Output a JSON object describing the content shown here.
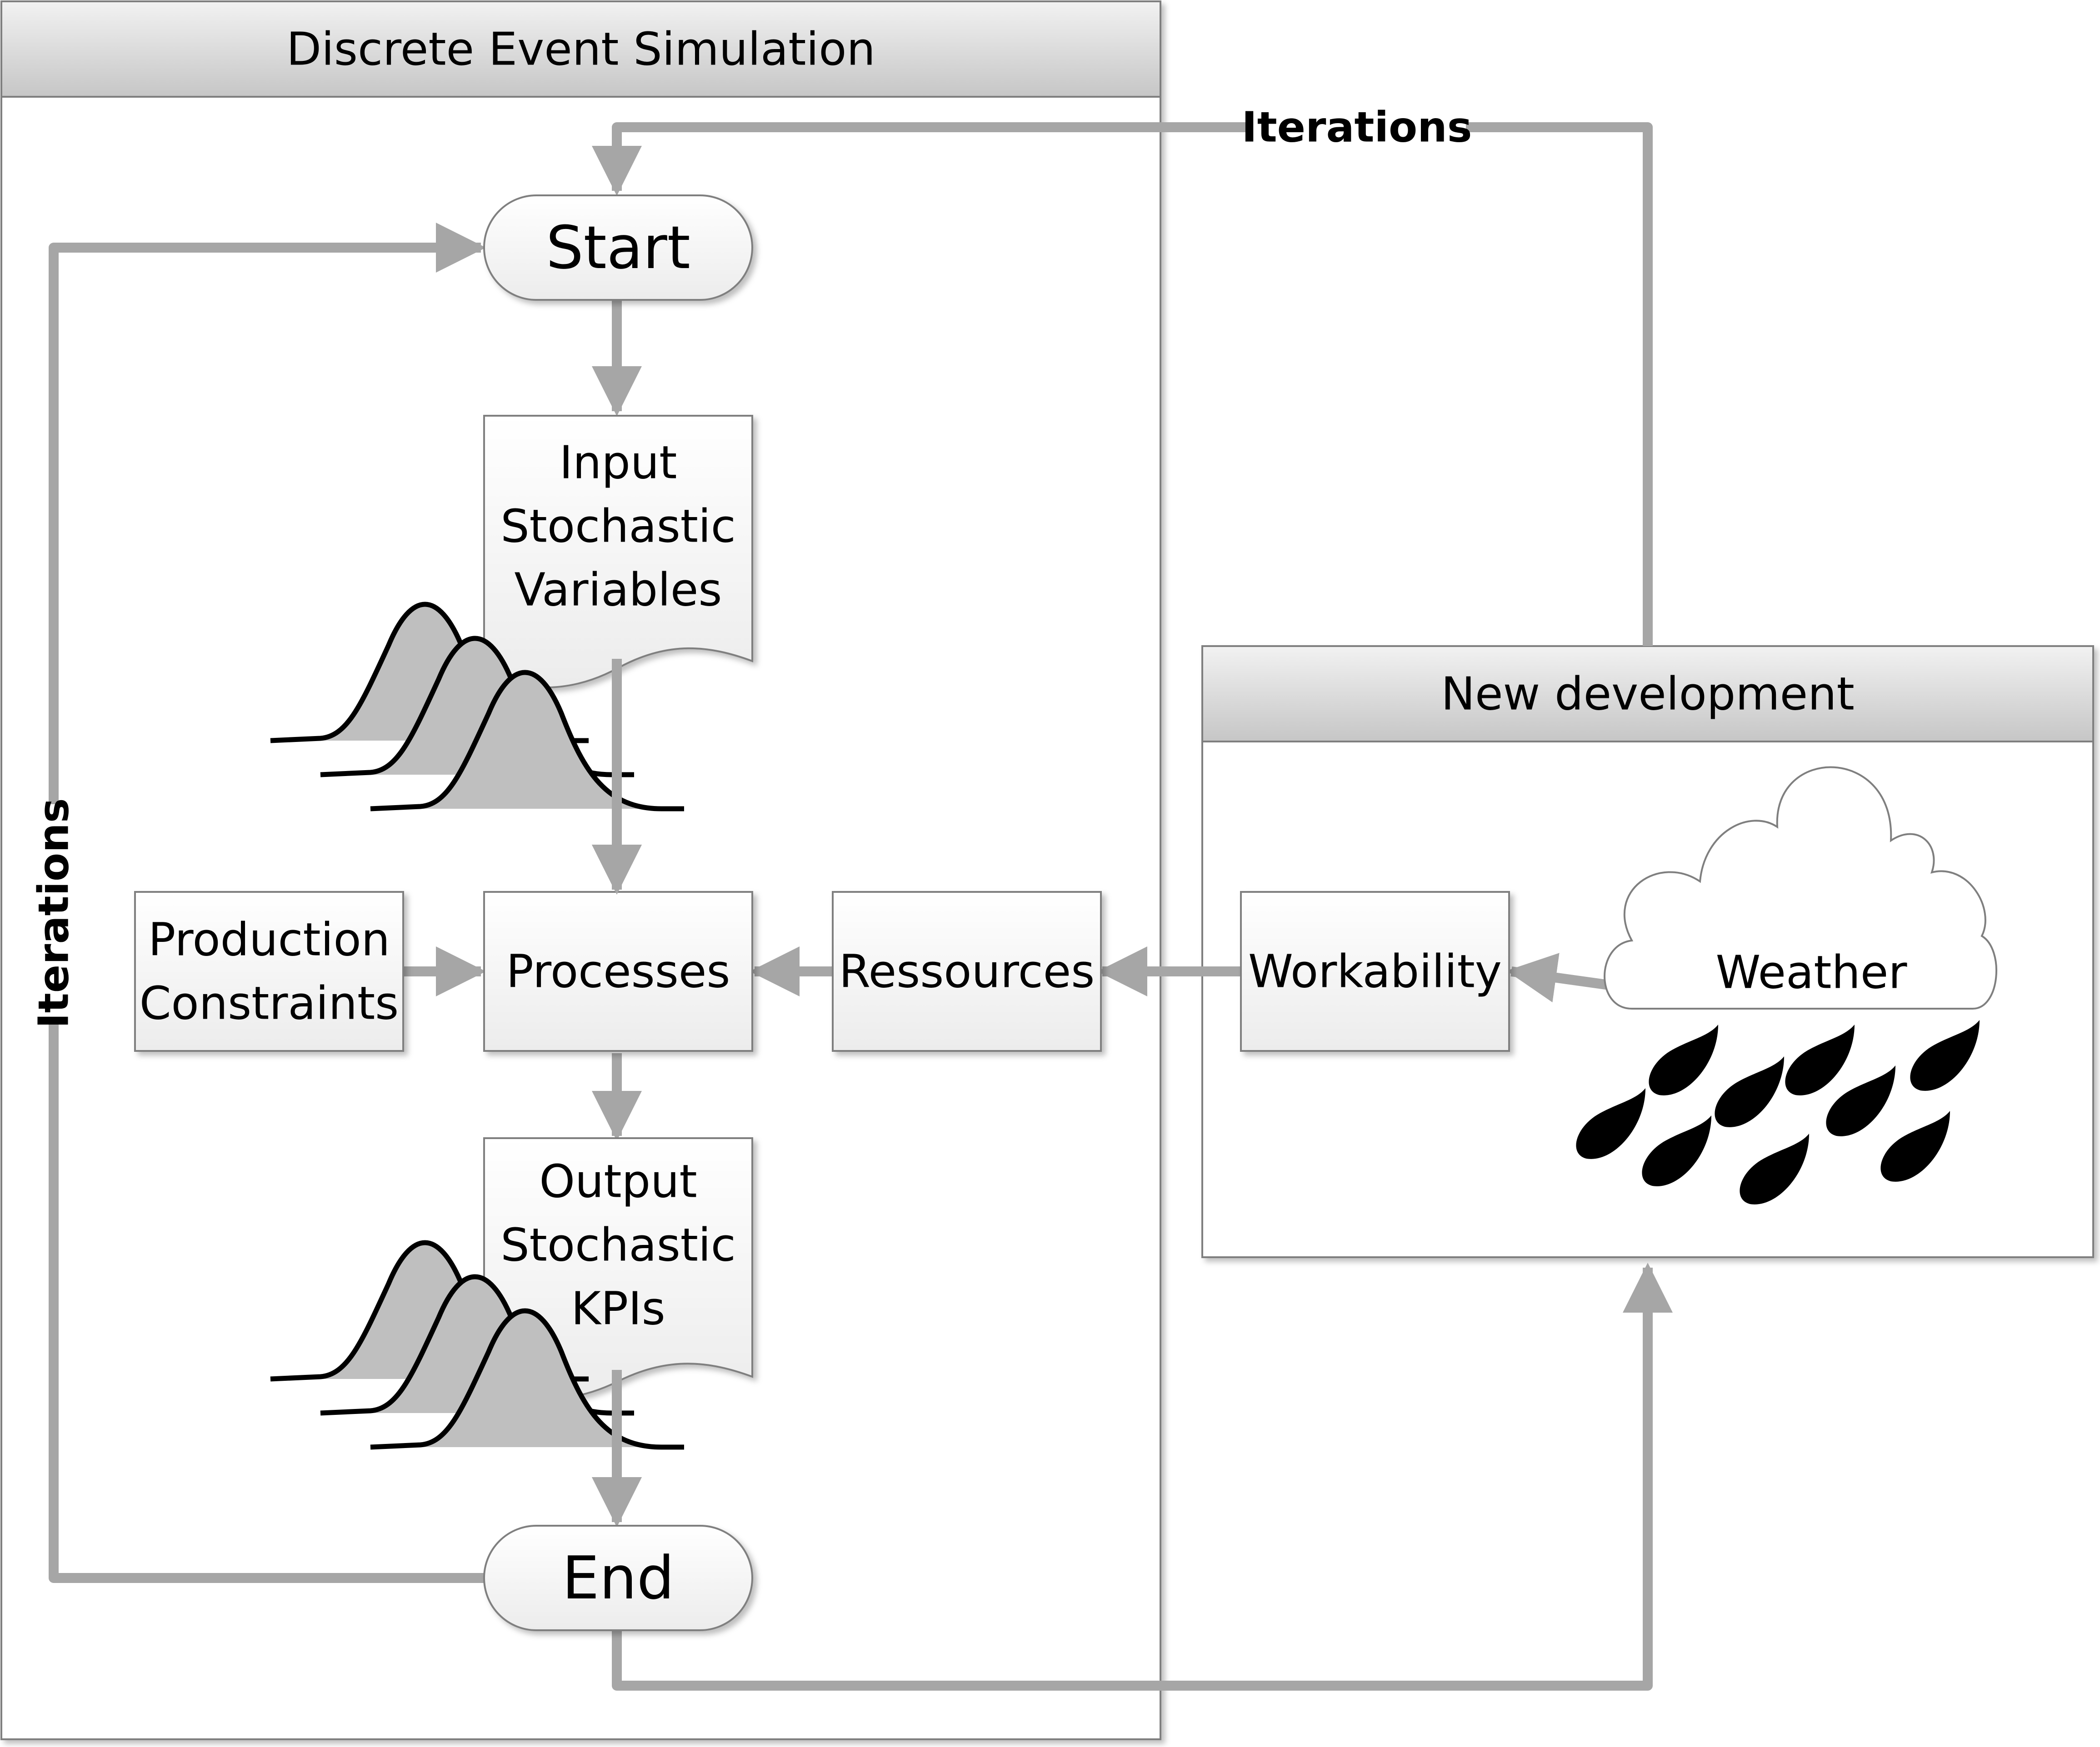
{
  "diagram": {
    "colors": {
      "connector": "#a6a6a6",
      "header_fill_top": "#f2f2f2",
      "header_fill_bottom": "#c6c6c6",
      "box_fill_top": "#ffffff",
      "box_fill_bottom": "#ececec",
      "distribution_fill": "#bfbfbf",
      "raindrop_fill": "#000000"
    },
    "swimlanes": {
      "simulation": {
        "title": "Discrete Event Simulation"
      },
      "development": {
        "title": "New development"
      }
    },
    "nodes": {
      "start": {
        "label": "Start",
        "shape": "terminator"
      },
      "input": {
        "lines": [
          "Input",
          "Stochastic",
          "Variables"
        ],
        "shape": "document"
      },
      "processes": {
        "label": "Processes",
        "shape": "process"
      },
      "output": {
        "lines": [
          "Output",
          "Stochastic",
          "KPIs"
        ],
        "shape": "document"
      },
      "end": {
        "label": "End",
        "shape": "terminator"
      },
      "production": {
        "lines": [
          "Production",
          "Constraints"
        ],
        "shape": "process"
      },
      "resources": {
        "label": "Ressources",
        "shape": "process"
      },
      "workability": {
        "label": "Workability",
        "shape": "process"
      },
      "weather": {
        "label": "Weather",
        "shape": "cloud",
        "icon": "rain-cloud-icon"
      }
    },
    "edge_labels": {
      "iterations_top": "Iterations",
      "iterations_left": "Iterations"
    },
    "decorations": {
      "distribution_icon": "normal-distribution-curves-icon"
    }
  }
}
